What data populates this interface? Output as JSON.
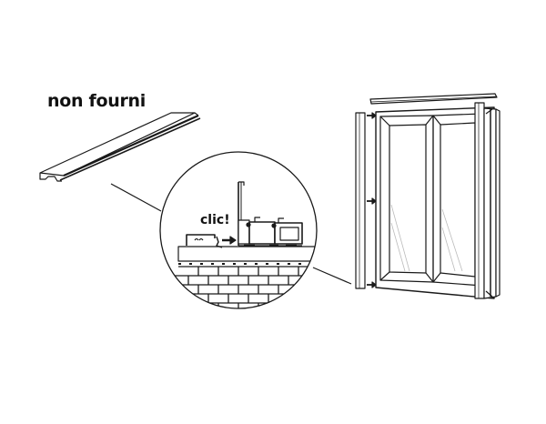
{
  "diagram": {
    "labels": {
      "not_supplied": "non fourni",
      "click": "clic!"
    },
    "parts": [
      {
        "name": "profile-strip",
        "description": "Separate trim strip profile (not supplied)"
      },
      {
        "name": "detail-circle",
        "description": "Magnified cross-section showing profile clipping onto window frame over brick wall"
      },
      {
        "name": "window-assembly",
        "description": "Double casement window with side and top frame extension profiles"
      }
    ],
    "colors": {
      "line": "#1a1a1a",
      "background": "#ffffff",
      "glass_highlight": "#bbbbbb"
    }
  }
}
